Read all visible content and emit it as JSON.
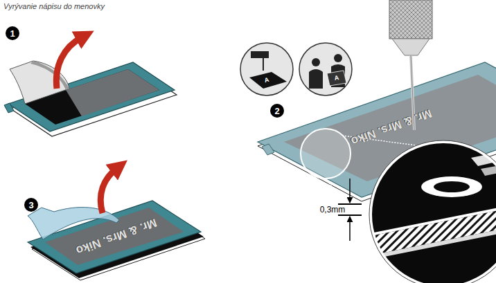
{
  "diagram": {
    "title": "Vyrývanie nápisu do menovky",
    "labels": [
      "1",
      "A",
      "A",
      "2",
      "Mr. & Mrs. Niko",
      "0,3mm",
      "3",
      "Mr. & Mrs. Niko"
    ]
  }
}
